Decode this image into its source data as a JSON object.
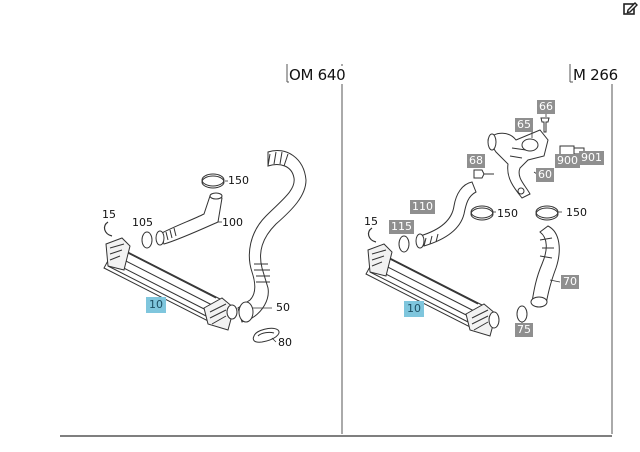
{
  "toolbar": {
    "edit_icon": "edit-icon"
  },
  "panels": [
    {
      "title": "OM 640"
    },
    {
      "title": "M 266"
    }
  ],
  "labels_left": {
    "p15": "15",
    "p105": "105",
    "p150": "150",
    "p100": "100",
    "p10": "10",
    "p50": "50",
    "p80": "80"
  },
  "labels_right": {
    "p66": "66",
    "p65": "65",
    "p68": "68",
    "p60": "60",
    "p900": "900",
    "p901": "901",
    "p110": "110",
    "p150a": "150",
    "p150b": "150",
    "p15": "15",
    "p115": "115",
    "p10": "10",
    "p70": "70",
    "p75": "75"
  },
  "colors": {
    "highlight_blue": "#7fc6dd",
    "highlight_grey": "#8f8f8f"
  }
}
